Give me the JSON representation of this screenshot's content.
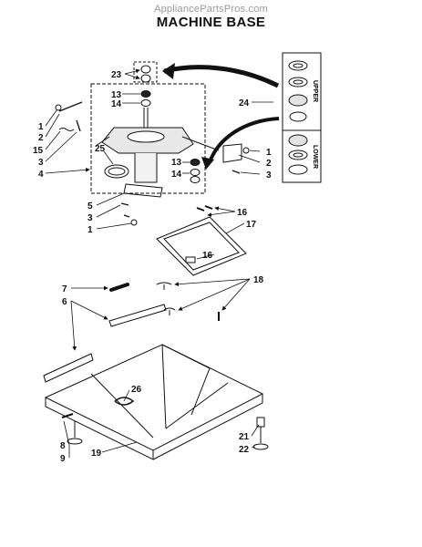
{
  "watermark": "AppliancePartsPros.com",
  "title": "MACHINE BASE",
  "legend": {
    "upper": "UPPER",
    "lower": "LOWER"
  },
  "callouts": [
    {
      "id": "c23",
      "text": "23"
    },
    {
      "id": "c13a",
      "text": "13"
    },
    {
      "id": "c14a",
      "text": "14"
    },
    {
      "id": "c24",
      "text": "24"
    },
    {
      "id": "c1a",
      "text": "1"
    },
    {
      "id": "c2a",
      "text": "2"
    },
    {
      "id": "c15",
      "text": "15"
    },
    {
      "id": "c3a",
      "text": "3"
    },
    {
      "id": "c4",
      "text": "4"
    },
    {
      "id": "c25",
      "text": "25"
    },
    {
      "id": "c13b",
      "text": "13"
    },
    {
      "id": "c14b",
      "text": "14"
    },
    {
      "id": "c1b",
      "text": "1"
    },
    {
      "id": "c2b",
      "text": "2"
    },
    {
      "id": "c3b",
      "text": "3"
    },
    {
      "id": "c5",
      "text": "5"
    },
    {
      "id": "c3c",
      "text": "3"
    },
    {
      "id": "c1c",
      "text": "1"
    },
    {
      "id": "c16a",
      "text": "16"
    },
    {
      "id": "c17",
      "text": "17"
    },
    {
      "id": "c16b",
      "text": "16"
    },
    {
      "id": "c7",
      "text": "7"
    },
    {
      "id": "c6",
      "text": "6"
    },
    {
      "id": "c18",
      "text": "18"
    },
    {
      "id": "c26",
      "text": "26"
    },
    {
      "id": "c21",
      "text": "21"
    },
    {
      "id": "c8",
      "text": "8"
    },
    {
      "id": "c22",
      "text": "22"
    },
    {
      "id": "c9",
      "text": "9"
    },
    {
      "id": "c19",
      "text": "19"
    }
  ]
}
